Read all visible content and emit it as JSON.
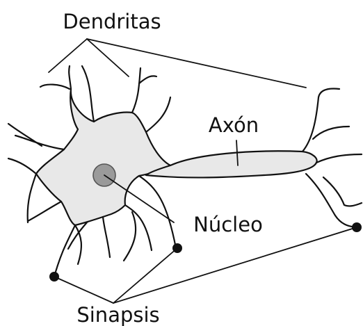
{
  "labels": {
    "dendritas": "Dendritas",
    "axon": "Axón",
    "nucleo": "Núcleo",
    "sinapsis": "Sinapsis"
  },
  "colors": {
    "line": "#111111",
    "soma_fill": "#e8e8e8",
    "axon_fill": "#e8e8e8",
    "nucleus_fill": "#9a9a9a",
    "synapse_dot": "#111111",
    "background": "#ffffff"
  }
}
